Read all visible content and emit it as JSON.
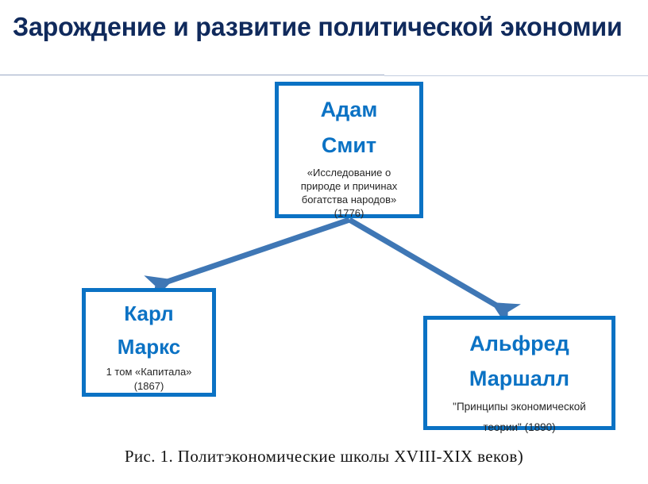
{
  "slide": {
    "title": "Зарождение и развитие политической экономии",
    "title_color": "#102a5c",
    "accent_color": "#0b72c4",
    "arrow_color": "#3f77b5",
    "background": "#ffffff"
  },
  "diagram": {
    "nodes": [
      {
        "id": "adam-smith",
        "name": "Адам Смит",
        "name_lines": [
          "Адам",
          "Смит"
        ],
        "description": "«Исследование о природе и причинах богатства народов» (1776)",
        "description_lines": [
          "«Исследование о",
          "природе и причинах",
          "богатства народов»",
          "(1776)"
        ],
        "year": "1776"
      },
      {
        "id": "karl-marx",
        "name": "Карл Маркс",
        "name_lines": [
          "Карл",
          "Маркс"
        ],
        "description": "1 том «Капитала» (1867)",
        "description_lines": [
          "1 том «Капитала»",
          "(1867)"
        ],
        "year": "1867"
      },
      {
        "id": "alfred-marshall",
        "name": "Альфред Маршалл",
        "name_lines": [
          "Альфред",
          "Маршалл"
        ],
        "description": "\"Принципы экономической теории\" (1890)",
        "description_lines": [
          "\"Принципы экономической",
          "теории\" (1890)"
        ],
        "year": "1890"
      }
    ],
    "connectors": [
      {
        "id": "smith-to-marx",
        "from": "adam-smith",
        "to": "karl-marx",
        "style": "arrow"
      },
      {
        "id": "smith-to-marshall",
        "from": "adam-smith",
        "to": "alfred-marshall",
        "style": "arrow"
      }
    ]
  },
  "caption": {
    "text": "Рис. 1. Политэкономические школы XVIII-XIX веков)"
  }
}
